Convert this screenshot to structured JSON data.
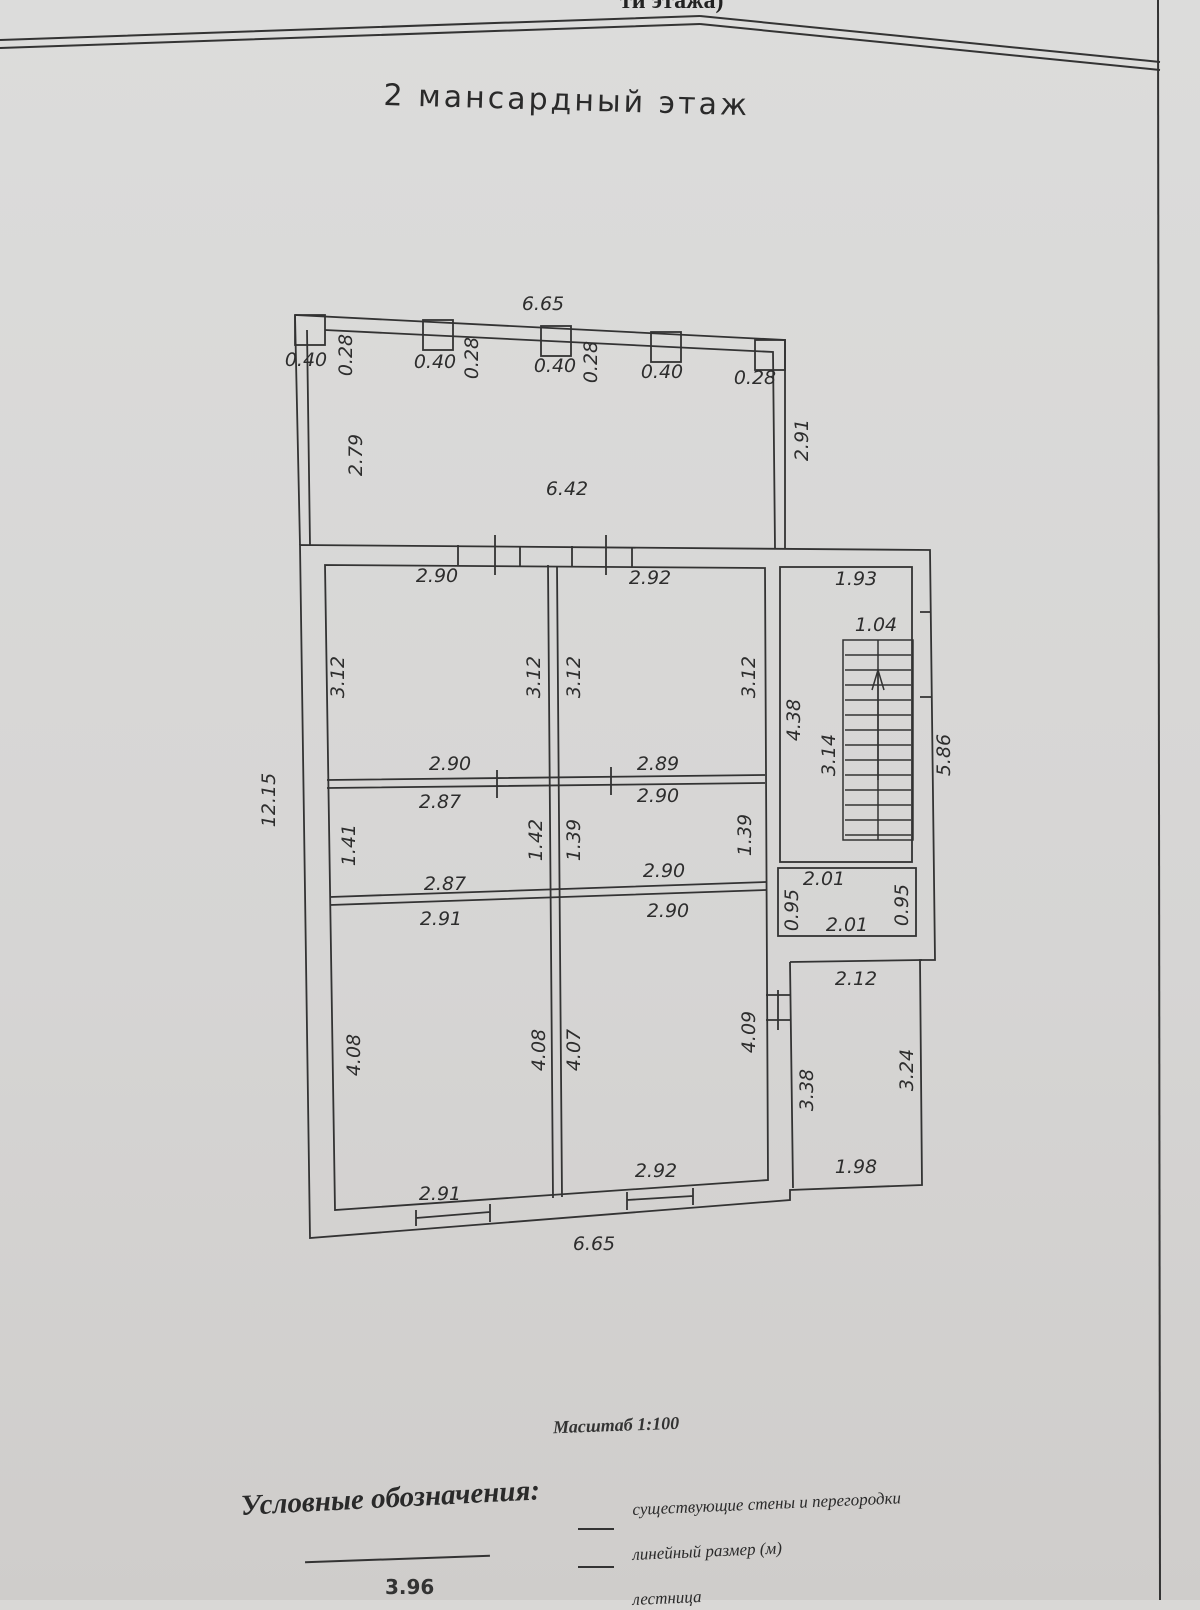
{
  "header": {
    "previous_caption_fragment": "ти этажа)",
    "title": "2 мансардный этаж"
  },
  "plan": {
    "dimensions": [
      "6.65",
      "0.40",
      "0.28",
      "0.40",
      "0.28",
      "0.40",
      "0.28",
      "0.40",
      "0.28",
      "2.79",
      "6.42",
      "2.91",
      "2.90",
      "2.92",
      "1.93",
      "1.04",
      "3.12",
      "3.12",
      "3.12",
      "3.12",
      "4.38",
      "3.14",
      "5.86",
      "12.15",
      "2.90",
      "2.89",
      "2.87",
      "2.90",
      "1.41",
      "1.42",
      "1.39",
      "1.39",
      "2.01",
      "0.95",
      "0.95",
      "2.87",
      "2.90",
      "2.91",
      "2.90",
      "2.01",
      "2.12",
      "4.08",
      "4.08",
      "4.07",
      "4.09",
      "3.38",
      "3.24",
      "2.91",
      "2.92",
      "1.98",
      "6.65"
    ]
  },
  "footer": {
    "scale": "Масштаб 1:100",
    "legend_title": "Условные обозначения:",
    "legend_items": [
      "существующие стены и перегородки",
      "линейный размер (м)",
      "лестница"
    ],
    "legend_sample_value": "3.96"
  }
}
